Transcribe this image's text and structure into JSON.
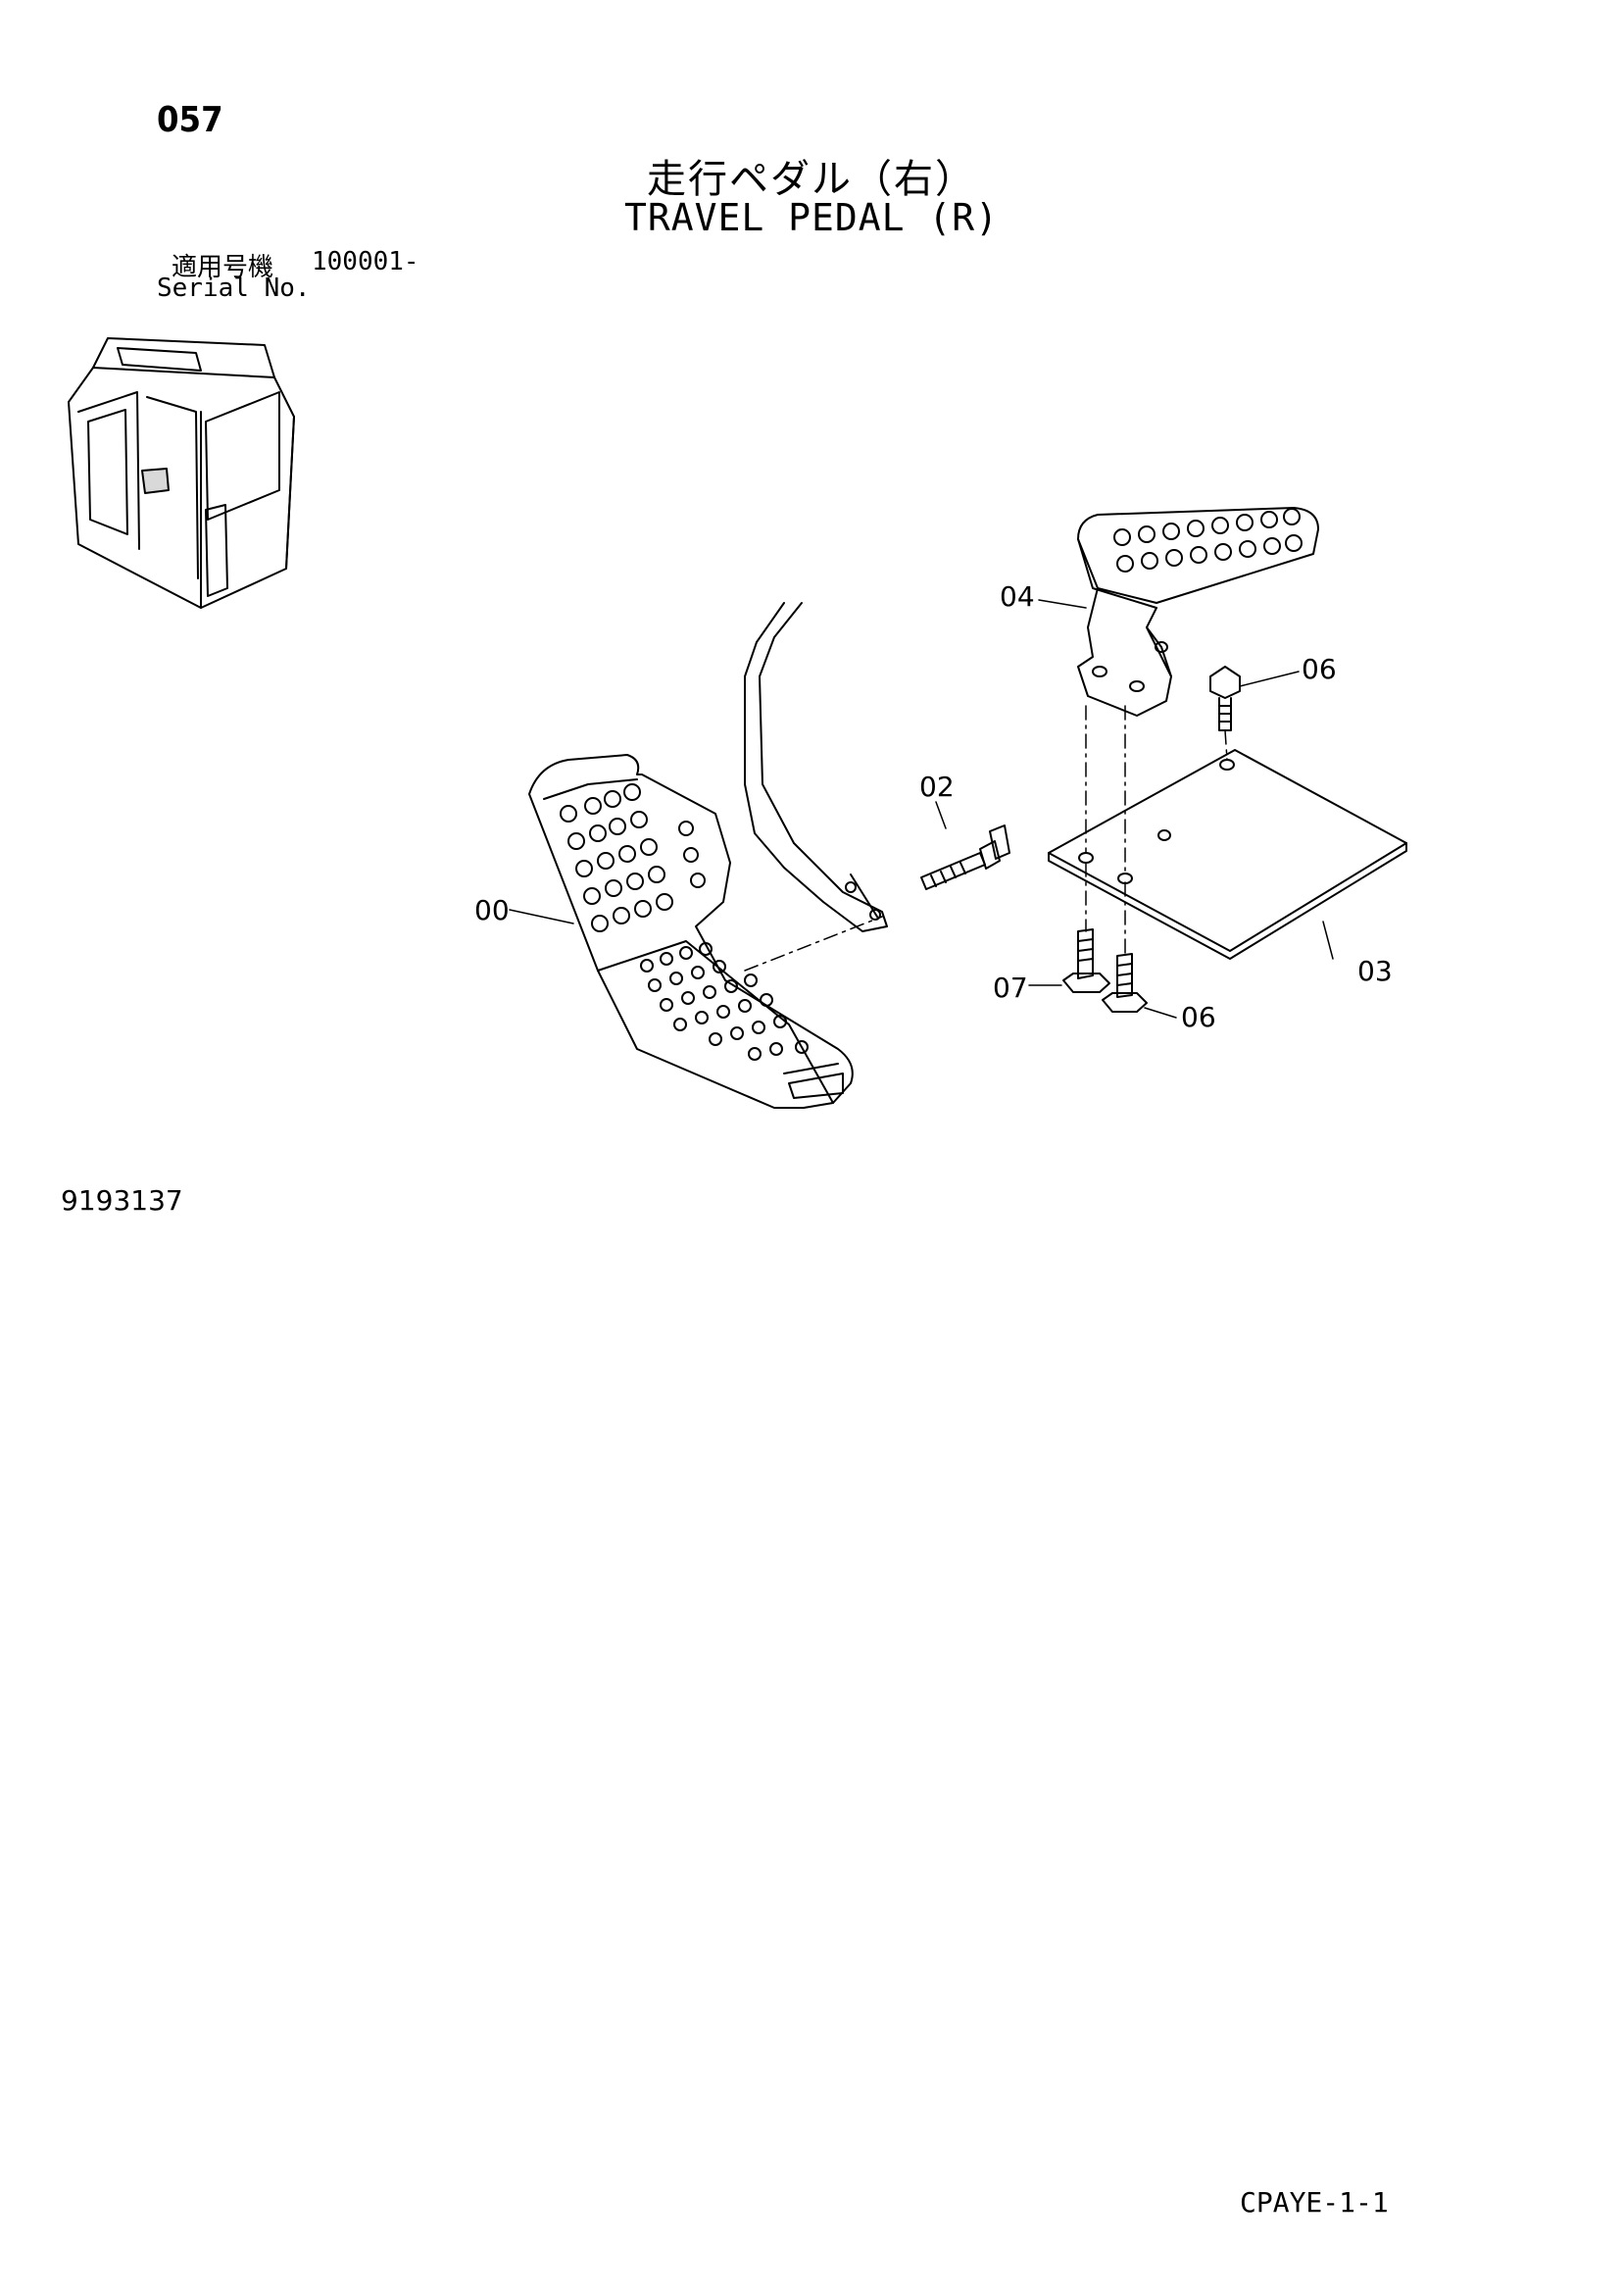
{
  "page_number": "057",
  "title_jp": "走行ペダル（右）",
  "title_en": "TRAVEL PEDAL (R)",
  "serial_label_jp": "適用号機",
  "serial_value": "100001-",
  "serial_label_en": "Serial No.",
  "callouts": {
    "c00": "00",
    "c02": "02",
    "c03": "03",
    "c04": "04",
    "c06a": "06",
    "c06b": "06",
    "c07": "07"
  },
  "drawing_number": "9193137",
  "page_code": "CPAYE-1-1"
}
